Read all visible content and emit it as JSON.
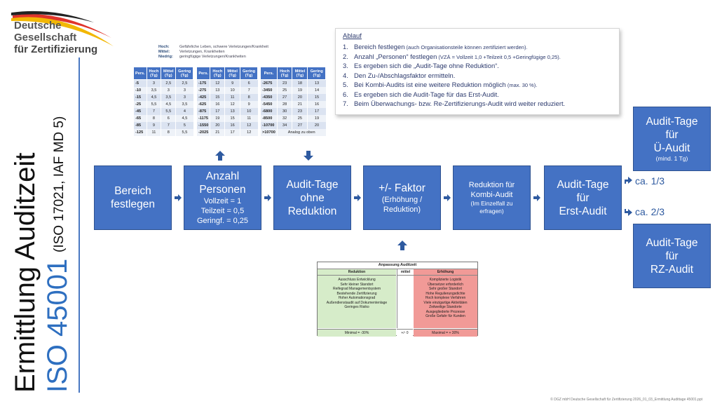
{
  "logo": {
    "line1": "Deutsche",
    "line2": "Gesellschaft",
    "line3": "für Zertifizierung"
  },
  "vertical_title": {
    "line1": "Ermittlung Auditzeit",
    "line2": "ISO 45001",
    "line3": "(ISO 17021, IAF MD 5)"
  },
  "legend": [
    {
      "key": "Hoch:",
      "value": "Gefährliche Leben, schwere Verletzungen/Krankheit"
    },
    {
      "key": "Mittel:",
      "value": "Verletzungen, Krankheiten"
    },
    {
      "key": "Niedrig:",
      "value": "geringfügige Verletzungen/Krankheiten"
    }
  ],
  "tables": [
    {
      "headers": [
        "Pers.",
        "Hoch (Tg)",
        "Mittel (Tg)",
        "Gering (Tg)"
      ],
      "rows": [
        [
          "-5",
          "3",
          "2,5",
          "2,5"
        ],
        [
          "-10",
          "3,5",
          "3",
          "3"
        ],
        [
          "-15",
          "4,5",
          "3,5",
          "3"
        ],
        [
          "-25",
          "5,5",
          "4,5",
          "3,5"
        ],
        [
          "-45",
          "7",
          "5,5",
          "4"
        ],
        [
          "-65",
          "8",
          "6",
          "4,5"
        ],
        [
          "-85",
          "9",
          "7",
          "5"
        ],
        [
          "-125",
          "11",
          "8",
          "5,5"
        ]
      ]
    },
    {
      "headers": [
        "Pers.",
        "Hoch (Tg)",
        "Mittel (Tg)",
        "Gering (Tg)"
      ],
      "rows": [
        [
          "-175",
          "12",
          "9",
          "6"
        ],
        [
          "-275",
          "13",
          "10",
          "7"
        ],
        [
          "-425",
          "15",
          "11",
          "8"
        ],
        [
          "-625",
          "16",
          "12",
          "9"
        ],
        [
          "-875",
          "17",
          "13",
          "10"
        ],
        [
          "-1175",
          "19",
          "15",
          "11"
        ],
        [
          "-1550",
          "20",
          "16",
          "12"
        ],
        [
          "-2025",
          "21",
          "17",
          "12"
        ]
      ]
    },
    {
      "headers": [
        "Pers.",
        "Hoch (Tg)",
        "Mittel (Tg)",
        "Gering (Tg)"
      ],
      "rows": [
        [
          "-2675",
          "23",
          "18",
          "13"
        ],
        [
          "-3450",
          "25",
          "19",
          "14"
        ],
        [
          "-4350",
          "27",
          "20",
          "15"
        ],
        [
          "-5450",
          "28",
          "21",
          "16"
        ],
        [
          "-6800",
          "30",
          "23",
          "17"
        ],
        [
          "-8500",
          "32",
          "25",
          "19"
        ],
        [
          "-10700",
          "34",
          "27",
          "20"
        ]
      ],
      "last_row": {
        "pers": ">10700",
        "note": "Analog zu oben"
      }
    }
  ],
  "ablauf": {
    "heading": "Ablauf",
    "steps": [
      {
        "num": "1.",
        "text": "Bereich festlegen",
        "small": " (auch Organisationsteile können zertifiziert werden)."
      },
      {
        "num": "2.",
        "text": "Anzahl „Personen“ festlegen",
        "small": " (VZÄ = Vollzeit 1,0 +Teilzeit 0,5 +Geringfügige 0,25)."
      },
      {
        "num": "3.",
        "text": "Es ergeben sich die „Audit-Tage ohne Reduktion“.",
        "small": ""
      },
      {
        "num": "4.",
        "text": "Den Zu-/Abschlagsfaktor ermitteln.",
        "small": ""
      },
      {
        "num": "5.",
        "text": "Bei Kombi-Audits ist eine weitere Reduktion möglich",
        "small": " (max. 30 %)."
      },
      {
        "num": "6.",
        "text": "Es ergeben sich die Audit-Tage für das Erst-Audit.",
        "small": ""
      },
      {
        "num": "7.",
        "text": "Beim Überwachungs- bzw. Re-Zertifizierungs-Audit wird weiter reduziert.",
        "small": ""
      }
    ]
  },
  "flow": {
    "bereich": {
      "line1": "Bereich",
      "line2": "festlegen"
    },
    "anzahl": {
      "line1": "Anzahl",
      "line2": "Personen",
      "sub1": "Vollzeit = 1",
      "sub2": "Teilzeit = 0,5",
      "sub3": "Geringf. = 0,25"
    },
    "ohne": {
      "line1": "Audit-Tage",
      "line2": "ohne",
      "line3": "Reduktion"
    },
    "faktor": {
      "line1": "+/- Faktor",
      "sub1": "(Erhöhung /",
      "sub2": "Reduktion)"
    },
    "kombi": {
      "line1": "Reduktion für",
      "line2": "Kombi-Audit",
      "sub1": "(Im Einzelfall zu",
      "sub2": "erfragen)"
    },
    "erst": {
      "line1": "Audit-Tage",
      "line2": "für",
      "line3": "Erst-Audit"
    },
    "ue": {
      "line1": "Audit-Tage",
      "line2": "für",
      "line3": "Ü-Audit",
      "sub": "(mind. 1 Tg)"
    },
    "rz": {
      "line1": "Audit-Tage",
      "line2": "für",
      "line3": "RZ-Audit"
    },
    "ca1": "ca. 1/3",
    "ca2": "ca. 2/3"
  },
  "anpassung": {
    "title": "Anpassung Auditzeit",
    "reduktion_header": "Reduktion",
    "mittel_header": "mittel",
    "erhoehung_header": "Erhöhung",
    "reduktion_items": [
      "Ausschluss Entwicklung",
      "Sehr kleiner Standort",
      "Reifegrad Managementsystem",
      "Bestehende Zertifizierung",
      "Hoher Automationsgrad",
      "Außendienstaudit auf Dokumentenlage",
      "Geringes Risiko"
    ],
    "erhoehung_items": [
      "Komplizierte Logistik",
      "Übersetzer erforderlich",
      "Sehr großer Standort",
      "Hohe Regulierungsdichte",
      "Hoch komplexe Verfahren",
      "Viele einzigartige Aktivitäten",
      "Zeitweilige Standorte",
      "Ausgegliederte Prozesse",
      "Große Gefahr für Kunden"
    ],
    "foot_red": "Minimal = -30%",
    "foot_mid": "+/- 0",
    "foot_erh": "Maximal = + 30%"
  },
  "footer": "© DGZ mbH Deutsche Gesellschaft für Zertifizierung   2026_01_03_Ermittlung Audittage 45001.ppt",
  "colors": {
    "box_blue": "#4472c4",
    "title_blue": "#2e6fc0",
    "green": "#d6ecc9",
    "red": "#f19a97"
  }
}
